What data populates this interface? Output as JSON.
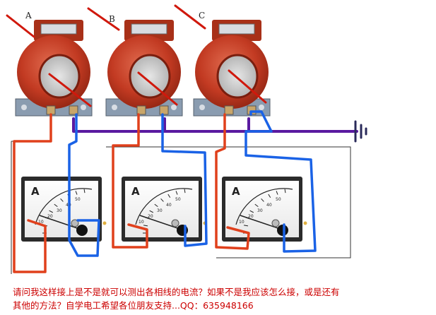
{
  "labels": {
    "ct": [
      "A",
      "B",
      "C"
    ],
    "meter_unit": "A",
    "meter_scale_numbers": [
      "10",
      "20",
      "30",
      "40",
      "50"
    ]
  },
  "caption": {
    "line1": "请问我这样接上是不是就可以测出各相线的电流？如果不是我应该怎么接，或是还有",
    "line2": "其他的方法？自学电工希望各位朋友支持...QQ：635948166"
  },
  "colors": {
    "ct_body": "#c23a22",
    "wire_red": "#e0401c",
    "wire_blue": "#1a62e6",
    "wire_purple": "#5a1aa0",
    "ground": "#2a2a5a",
    "caption": "#cc0000"
  },
  "icons": [
    "ground-symbol-icon"
  ]
}
